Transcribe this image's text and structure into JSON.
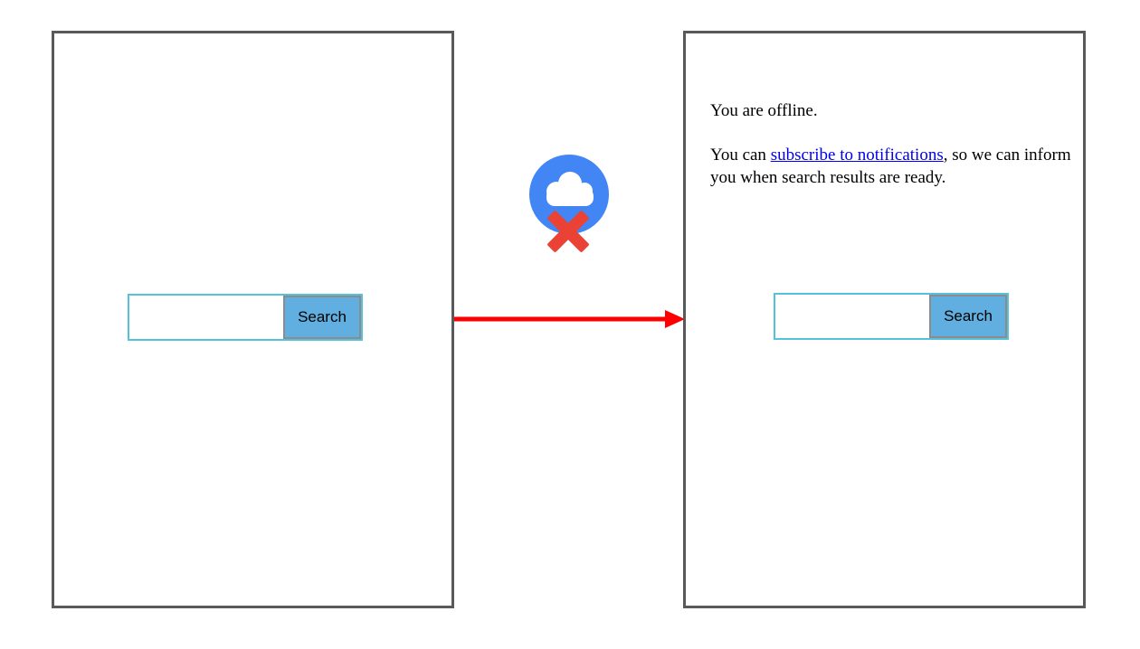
{
  "colors": {
    "panel-border": "#58595B",
    "input-border": "#55C1DB",
    "button-bg": "#61AEE0",
    "button-border": "#8C8C8C",
    "arrow-red": "#FF0000",
    "icon-blue": "#4285F4",
    "icon-red": "#EA4335",
    "link-blue": "#0000EE"
  },
  "left_panel": {
    "search": {
      "input_value": "",
      "button_label": "Search"
    }
  },
  "connector": {
    "icon_name": "offline-cloud-error-icon",
    "arrow_name": "flow-arrow-right"
  },
  "right_panel": {
    "offline_message": "You are offline.",
    "notify_before": "You can ",
    "notify_link": "subscribe to notifications",
    "notify_after": ", so we can inform you when search results are ready.",
    "search": {
      "input_value": "",
      "button_label": "Search"
    }
  }
}
